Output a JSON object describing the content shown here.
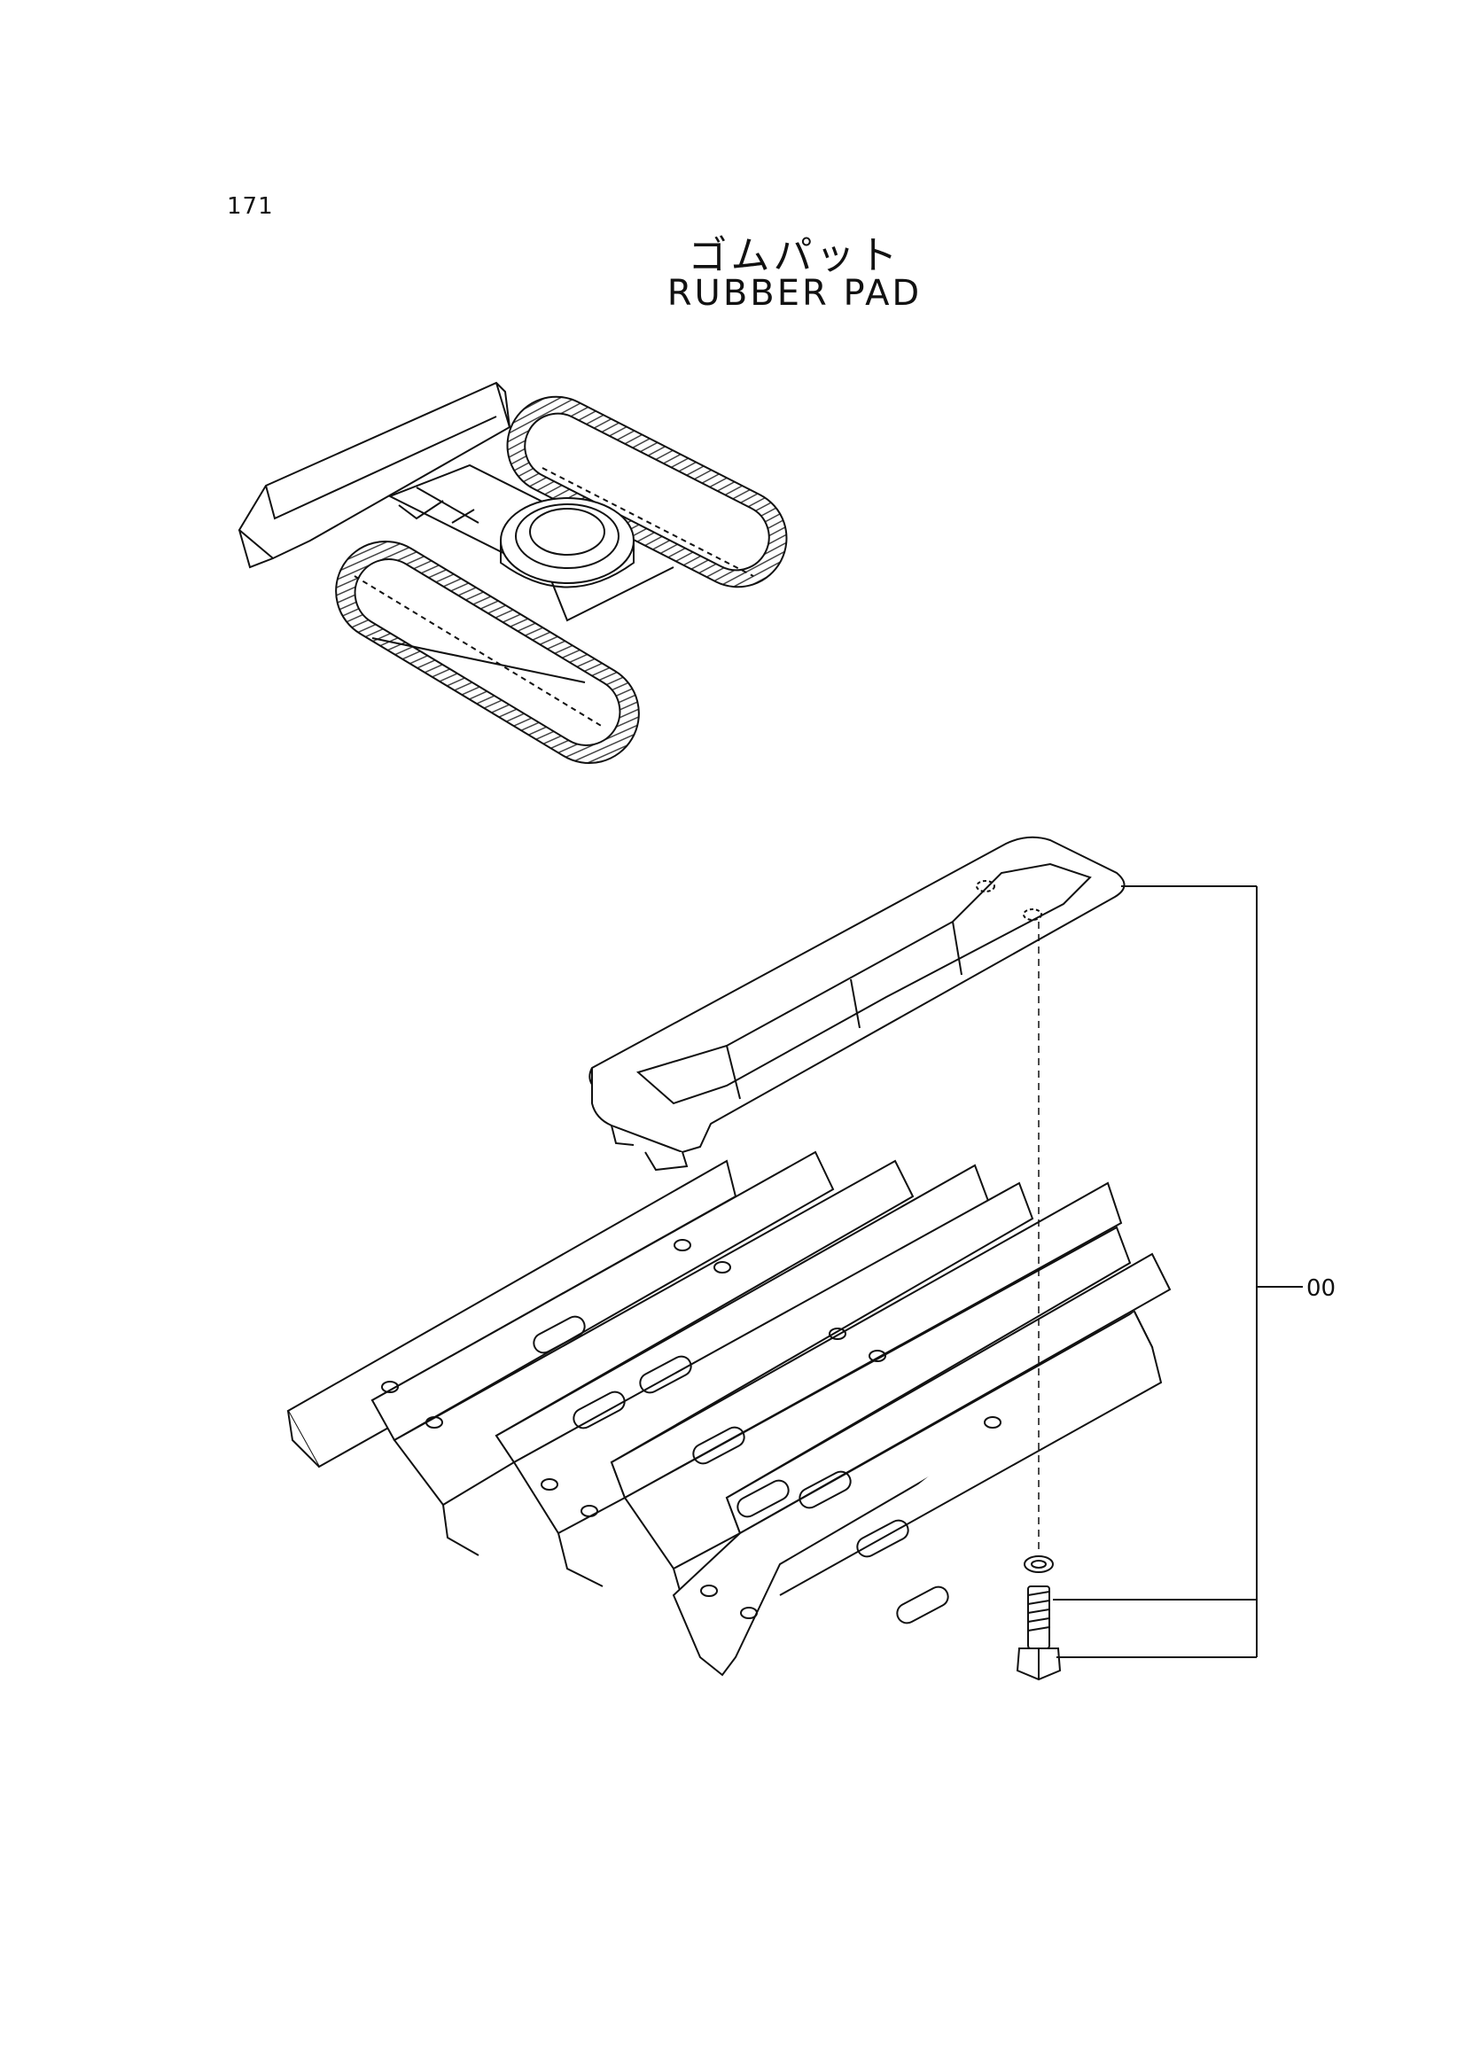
{
  "page": {
    "number": "171",
    "title_jp": "ゴムパット",
    "title_en": "RUBBER PAD"
  },
  "callouts": [
    {
      "label": "00"
    }
  ],
  "colors": {
    "line": "#111111",
    "hatch": "#555555",
    "background": "#ffffff"
  }
}
